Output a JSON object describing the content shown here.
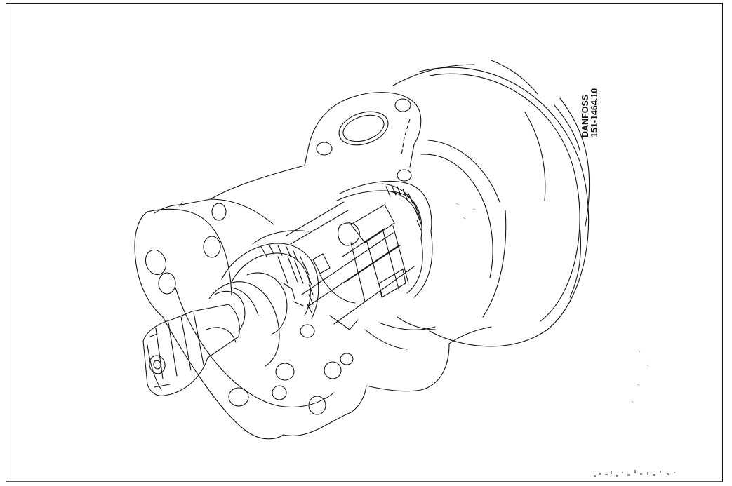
{
  "figure": {
    "subject": "hydraulic-motor-cutaway",
    "line_color": "#111111",
    "background_color": "#ffffff"
  },
  "reference": {
    "brand": "DANFOSS",
    "code": "151-1464.10"
  }
}
